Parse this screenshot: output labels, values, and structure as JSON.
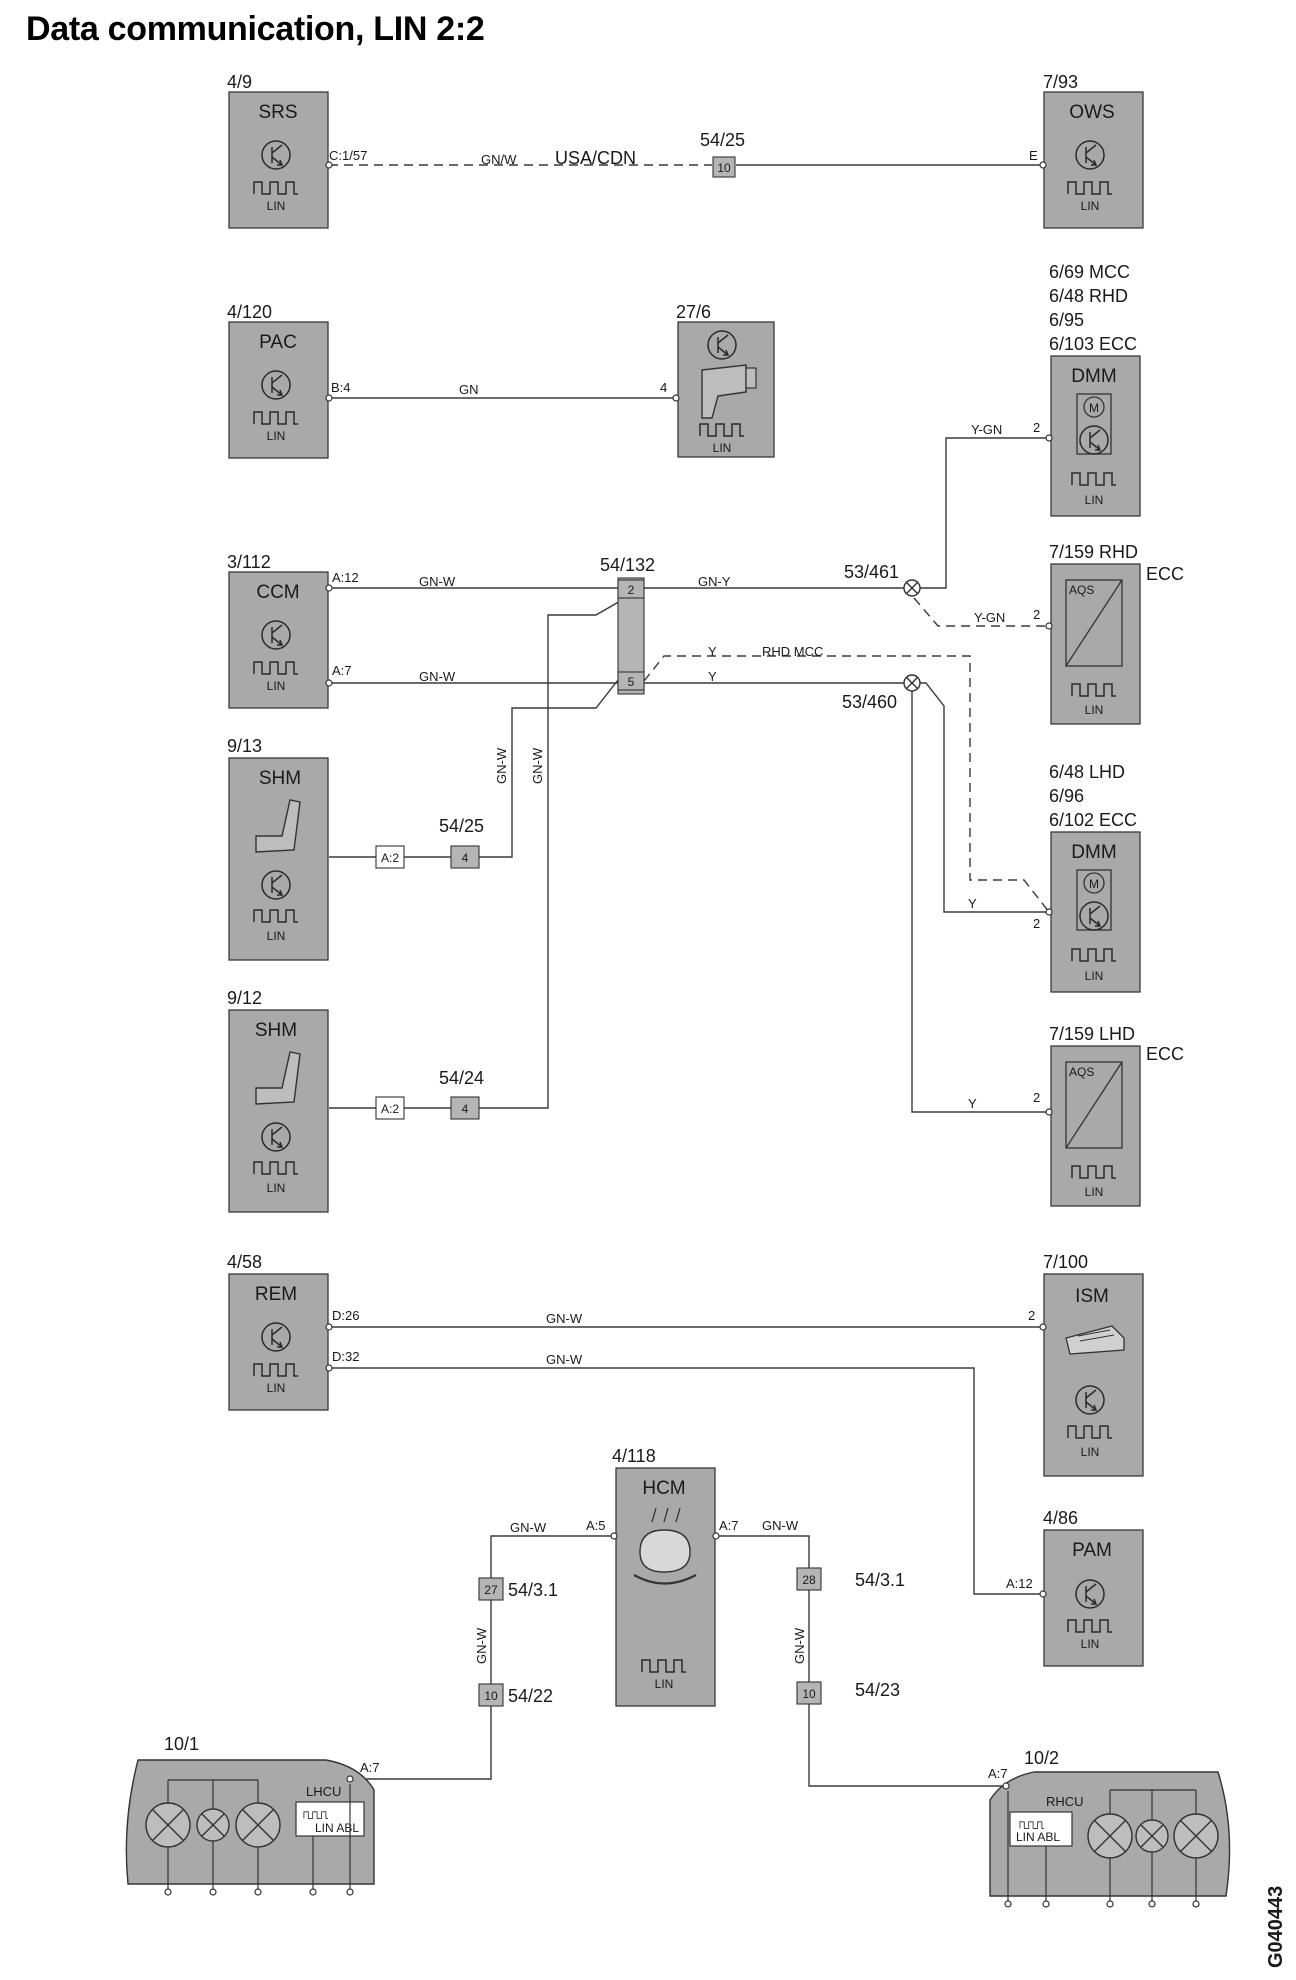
{
  "title": "Data communication, LIN 2:2",
  "figure_id": "G040443",
  "ref_srs": "4/9",
  "name_srs": "SRS",
  "pin_srs": "C:1/57",
  "wire_srs_ows": "GN/W",
  "note_srs_ows": "USA/CDN",
  "conn_srs_ows": "54/25",
  "conn_srs_ows_pin": "10",
  "ref_ows": "7/93",
  "name_ows": "OWS",
  "pin_ows": "E",
  "ref_pac": "4/120",
  "name_pac": "PAC",
  "pin_pac": "B:4",
  "wire_pac": "GN",
  "ref_gun": "27/6",
  "pin_gun": "4",
  "ref_dmm1_a": "6/69 MCC",
  "ref_dmm1_b": "6/48 RHD",
  "ref_dmm1_c": "6/95",
  "ref_dmm1_d": "6/103 ECC",
  "name_dmm1": "DMM",
  "wire_dmm1": "Y-GN",
  "pin_dmm1": "2",
  "ref_ccm": "3/112",
  "name_ccm": "CCM",
  "pin_ccm_a12": "A:12",
  "pin_ccm_a7": "A:7",
  "wire_ccm1": "GN-W",
  "wire_ccm2": "GN-W",
  "ref_junction": "54/132",
  "junction_pin_top": "2",
  "junction_pin_bot": "5",
  "wire_gny": "GN-Y",
  "ref_splice1": "53/461",
  "ref_aqs1": "7/159 RHD",
  "ecc_aqs1": "ECC",
  "wire_aqs1": "Y-GN",
  "pin_aqs1": "2",
  "wire_y_upper": "Y",
  "note_rhd_mcc": "RHD MCC",
  "wire_y_lower": "Y",
  "ref_splice2": "53/460",
  "ref_shm1": "9/13",
  "name_shm1": "SHM",
  "pin_shm1": "A:2",
  "conn_shm1": "54/25",
  "conn_shm1_pin": "4",
  "wire_vert1": "GN-W",
  "wire_vert2": "GN-W",
  "ref_dmm2_a": "6/48 LHD",
  "ref_dmm2_b": "6/96",
  "ref_dmm2_c": "6/102  ECC",
  "name_dmm2": "DMM",
  "wire_dmm2": "Y",
  "pin_dmm2": "2",
  "ref_shm2": "9/12",
  "name_shm2": "SHM",
  "pin_shm2": "A:2",
  "conn_shm2": "54/24",
  "conn_shm2_pin": "4",
  "ref_aqs2": "7/159 LHD",
  "ecc_aqs2": "ECC",
  "wire_aqs2": "Y",
  "pin_aqs2": "2",
  "aqs_label": "AQS",
  "motor_label": "M",
  "ref_rem": "4/58",
  "name_rem": "REM",
  "pin_rem_d26": "D:26",
  "pin_rem_d32": "D:32",
  "wire_rem1": "GN-W",
  "wire_rem2": "GN-W",
  "ref_ism": "7/100",
  "name_ism": "ISM",
  "pin_ism": "2",
  "ref_pam": "4/86",
  "name_pam": "PAM",
  "pin_pam": "A:12",
  "ref_hcm": "4/118",
  "name_hcm": "HCM",
  "pin_hcm_a5": "A:5",
  "pin_hcm_a7": "A:7",
  "wire_hcm_l": "GN-W",
  "wire_hcm_r": "GN-W",
  "wire_hcm_lv": "GN-W",
  "wire_hcm_rv": "GN-W",
  "conn_hcm_l1": "54/3.1",
  "conn_hcm_l1_pin": "27",
  "conn_hcm_l2": "54/22",
  "conn_hcm_l2_pin": "10",
  "conn_hcm_r1": "54/3.1",
  "conn_hcm_r1_pin": "28",
  "conn_hcm_r2": "54/23",
  "conn_hcm_r2_pin": "10",
  "ref_lhcu": "10/1",
  "name_lhcu": "LHCU",
  "pin_lhcu": "A:7",
  "ref_rhcu": "10/2",
  "name_rhcu": "RHCU",
  "pin_rhcu": "A:7",
  "lin_label": "LIN",
  "lin_abl_label": "LIN ABL"
}
